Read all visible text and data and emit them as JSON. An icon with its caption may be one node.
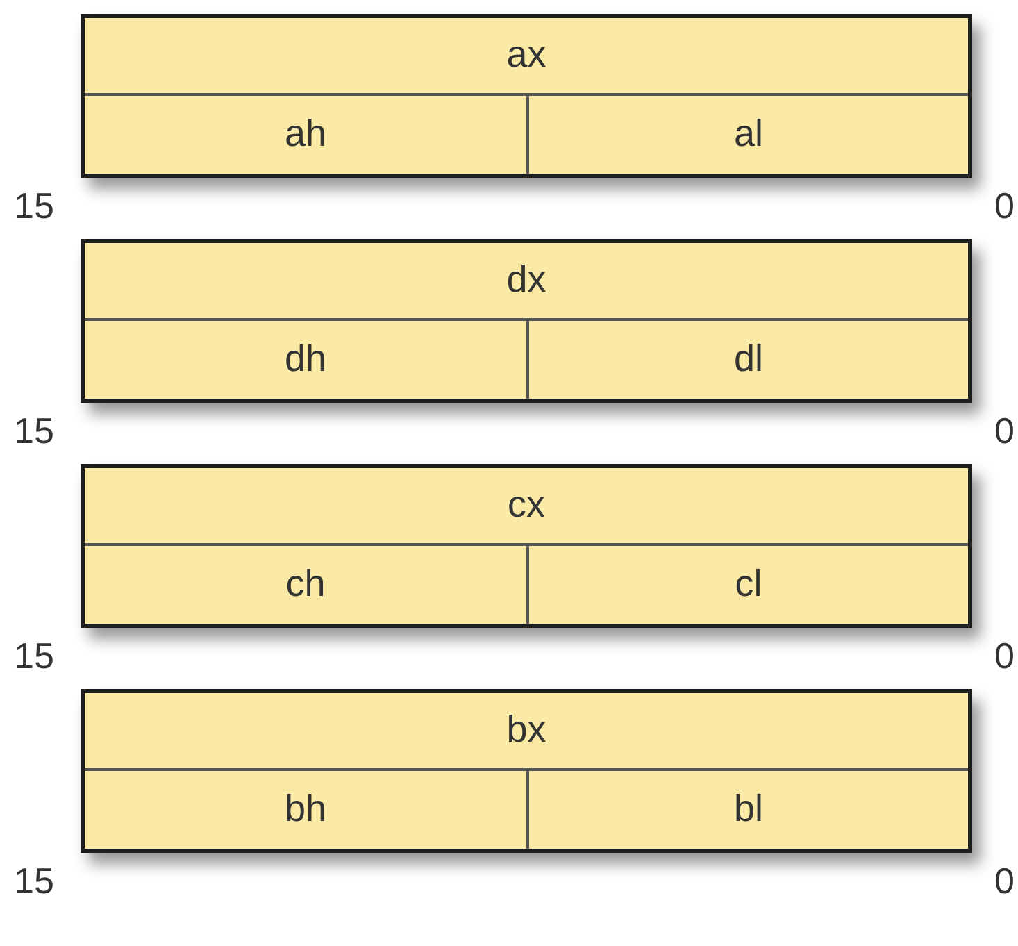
{
  "diagram": {
    "nodes": [
      {
        "text": [
          "ax"
        ],
        "beside": [
          "15",
          "0"
        ]
      },
      {
        "text": [
          "ah"
        ],
        "in": 0
      },
      {
        "text": [
          "al"
        ],
        "in": 0
      },
      {
        "text": [
          "dx"
        ],
        "beside": [
          "15",
          "0"
        ]
      },
      {
        "text": [
          "dh"
        ],
        "in": 3
      },
      {
        "text": [
          "dl"
        ],
        "in": 3
      },
      {
        "text": [
          "cx"
        ],
        "beside": [
          "15",
          "0"
        ]
      },
      {
        "text": [
          "ch"
        ],
        "in": 6
      },
      {
        "text": [
          "cl"
        ],
        "in": 6
      },
      {
        "text": [
          "bx"
        ],
        "beside": [
          "15",
          "0"
        ]
      },
      {
        "text": [
          "bh"
        ],
        "in": 9
      },
      {
        "text": [
          "bl"
        ],
        "in": 9
      }
    ]
  }
}
